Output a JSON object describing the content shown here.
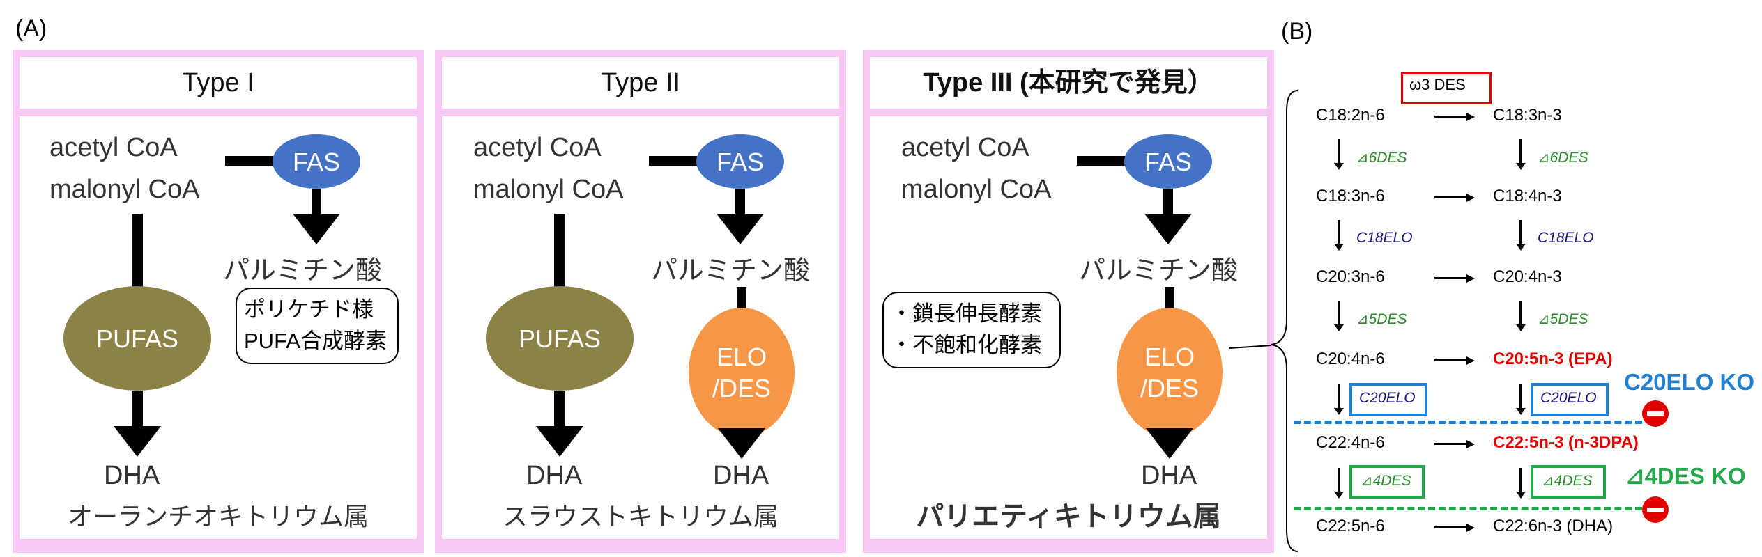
{
  "panel_a": {
    "label": "(A)",
    "type1": {
      "title": "Type I",
      "acetyl": "acetyl CoA",
      "malonyl": "malonyl CoA",
      "fas": "FAS",
      "palmitic": "パルミチン酸",
      "pufas": "PUFAS",
      "callout_line1": "ポリケチド様",
      "callout_line2": "PUFA合成酵素",
      "dha": "DHA",
      "genus": "オーランチオキトリウム属"
    },
    "type2": {
      "title": "Type II",
      "acetyl": "acetyl CoA",
      "malonyl": "malonyl CoA",
      "fas": "FAS",
      "palmitic": "パルミチン酸",
      "pufas": "PUFAS",
      "elo_line1": "ELO",
      "elo_line2": "/DES",
      "dha_left": "DHA",
      "dha_right": "DHA",
      "genus": "スラウストキトリウム属"
    },
    "type3": {
      "title": "Type III (本研究で発見）",
      "acetyl": "acetyl CoA",
      "malonyl": "malonyl CoA",
      "fas": "FAS",
      "palmitic": "パルミチン酸",
      "callout_line1": "・鎖長伸長酵素",
      "callout_line2": "・不飽和化酵素",
      "elo_line1": "ELO",
      "elo_line2": "/DES",
      "dha": "DHA",
      "genus": "パリエティキトリウム属"
    }
  },
  "panel_b": {
    "label": "(B)",
    "omega3_box": "ω3 DES",
    "left_col": [
      "C18:2n-6",
      "C18:3n-6",
      "C20:3n-6",
      "C20:4n-6",
      "C22:4n-6",
      "C22:5n-6"
    ],
    "right_col": [
      "C18:3n-3",
      "C18:4n-3",
      "C20:4n-3",
      "C20:5n-3 (EPA)",
      "C22:5n-3 (n-3DPA)",
      "C22:6n-3 (DHA)"
    ],
    "enzymes": [
      "⊿6DES",
      "C18ELO",
      "⊿5DES",
      "C20ELO",
      "⊿4DES"
    ],
    "ko1": "C20ELO KO",
    "ko2": "⊿4DES KO",
    "colors": {
      "des_green": "#2e8b2e",
      "elo_navy": "#1a1a7a",
      "ko_blue": "#1f7fd0",
      "ko_green": "#22a84a",
      "product_red": "#e00000",
      "omega_red": "#e00000"
    }
  }
}
